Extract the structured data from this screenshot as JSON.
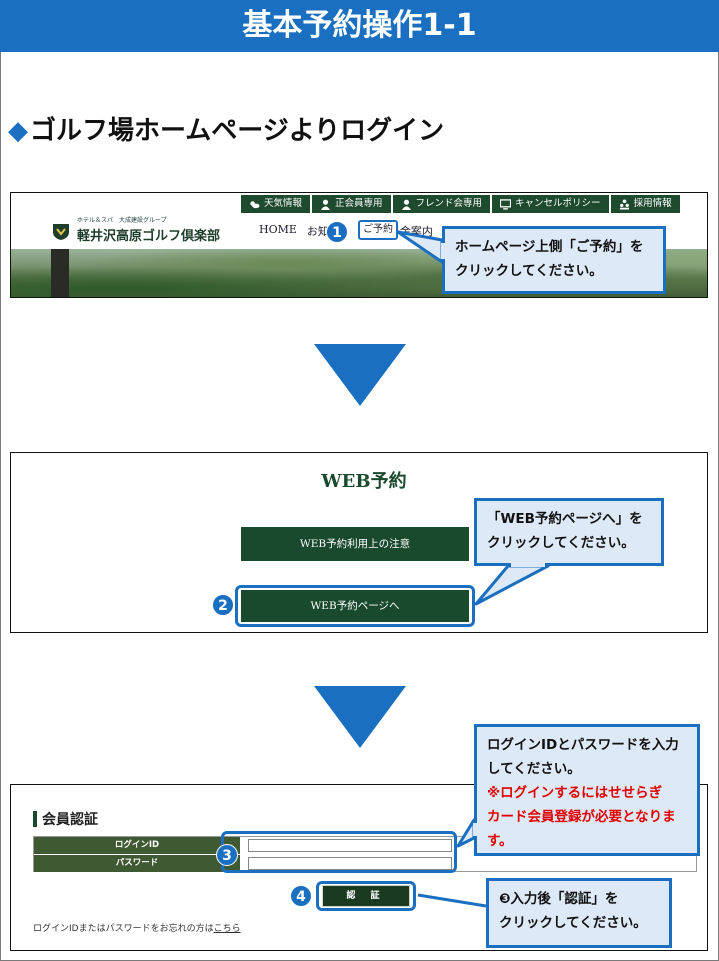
{
  "title": "基本予約操作1-1",
  "section_heading": {
    "marker": "◆",
    "text": "ゴルフ場ホームページよりログイン"
  },
  "site_header": {
    "top_nav": [
      {
        "label": "天気情報",
        "icon": "weather-icon"
      },
      {
        "label": "正会員専用",
        "icon": "person-icon"
      },
      {
        "label": "フレンド会専用",
        "icon": "person-icon"
      },
      {
        "label": "キャンセルポリシー",
        "icon": "monitor-icon"
      },
      {
        "label": "採用情報",
        "icon": "people-icon"
      }
    ],
    "logo_small_line1": "ホテル＆スパ　大成建設グループ",
    "logo_name": "軽井沢高原ゴルフ倶楽部",
    "main_nav": [
      "HOME",
      "お知",
      "料金案内"
    ],
    "highlight_label": "ご予約"
  },
  "steps": {
    "step1": "1",
    "step2": "2",
    "step3": "3",
    "step4": "4"
  },
  "callouts": {
    "c1_line1": "ホームページ上側「ご予約」を",
    "c1_line2": "クリックしてください。",
    "c2_line1": "「WEB予約ページへ」を",
    "c2_line2": "クリックしてください。",
    "c3_line1": "ログインIDとパスワードを入力",
    "c3_line2": "してください。",
    "c3_warn1": "※ログインするにはせせらぎ",
    "c3_warn2": "カード会員登録が必要となりま",
    "c3_warn3": "す。",
    "c4_line1": "❸入力後「認証」を",
    "c4_line2": "クリックしてください。"
  },
  "web_reservation": {
    "title": "WEB予約",
    "notice_button": "WEB予約利用上の注意",
    "page_button": "WEB予約ページへ"
  },
  "login": {
    "heading": "会員認証",
    "id_label": "ログインID",
    "password_label": "パスワード",
    "auth_button": "認 証",
    "forgot_text": "ログインIDまたはパスワードをお忘れの方は",
    "forgot_link": "こちら"
  },
  "colors": {
    "accent": "#1b6fc0",
    "callout_bg": "#dde9f6",
    "site_green": "#1a4a2e",
    "warning": "#e00000"
  }
}
